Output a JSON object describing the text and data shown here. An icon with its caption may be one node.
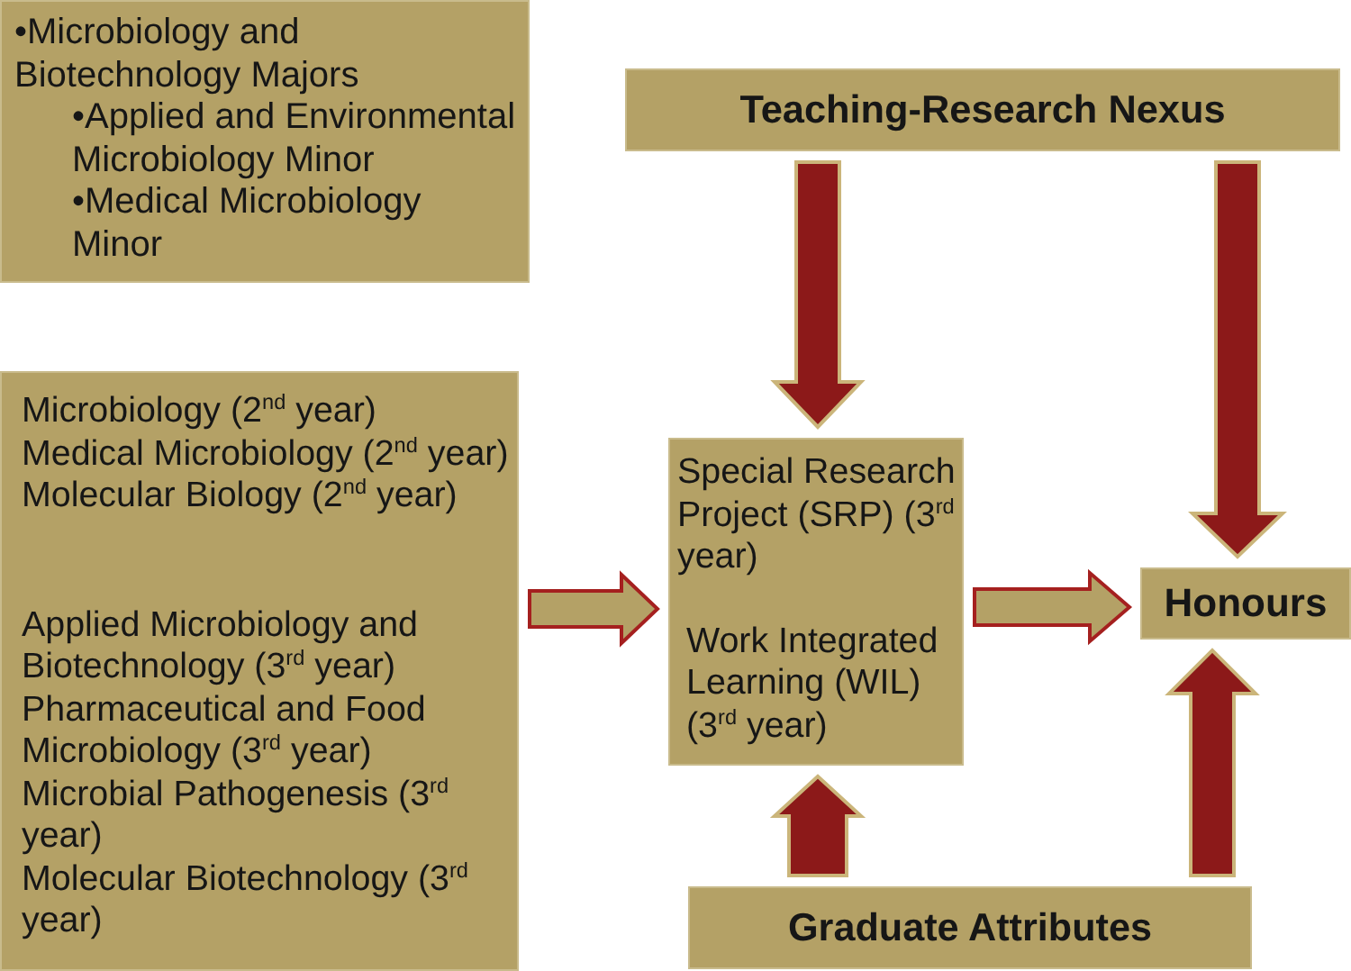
{
  "diagram": {
    "nodes": [
      {
        "text": [
          "•Microbiology and Biotechnology Majors",
          "•Applied and Environmental Microbiology Minor",
          "•Medical Microbiology Minor"
        ]
      },
      {
        "text": [
          "Teaching-Research Nexus"
        ]
      },
      {
        "text": [
          "Microbiology (2$^{nd}$ year)",
          "Medical Microbiology (2$^{nd}$ year)",
          "Molecular Biology (2$^{nd}$ year)",
          "Applied Microbiology and Biotechnology (3$^{rd}$ year)",
          "Pharmaceutical and Food Microbiology (3$^{rd}$ year)",
          "Microbial Pathogenesis (3$^{rd}$ year)",
          "Molecular Biotechnology (3$^{rd}$ year)"
        ]
      },
      {
        "text": [
          "Special Research Project (SRP) (3$^{rd}$ year)",
          "Work Integrated Learning (WIL) (3$^{rd}$ year)"
        ]
      },
      {
        "text": [
          "Honours"
        ]
      },
      {
        "text": [
          "Graduate Attributes"
        ]
      }
    ],
    "edges": [
      {
        "from": 2,
        "to": 3,
        "arrow": "to",
        "color": "#b4a166"
      },
      {
        "from": 1,
        "to": 3,
        "arrow": "to"
      },
      {
        "from": 3,
        "to": 4,
        "arrow": "to",
        "color": "#b4a166"
      },
      {
        "from": 1,
        "to": 4,
        "arrow": "to"
      },
      {
        "from": 5,
        "to": 3,
        "arrow": "to"
      },
      {
        "from": 5,
        "to": 4,
        "arrow": "to"
      }
    ]
  }
}
